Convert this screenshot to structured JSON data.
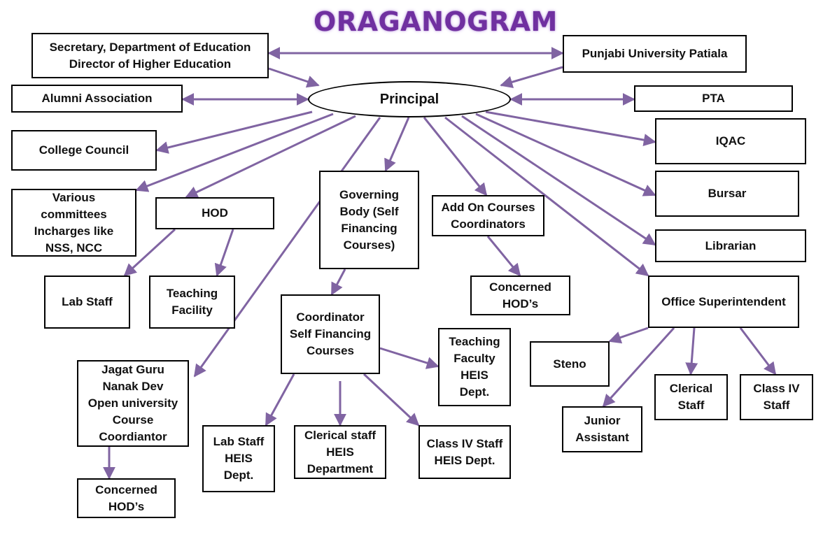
{
  "title": "ORAGANOGRAM",
  "colors": {
    "title": "#7030a0",
    "arrow": "#8064a2",
    "box_border": "#000000"
  },
  "nodes": {
    "secretary": "Secretary, Department of Education\nDirector of Higher Education",
    "punjabi": "Punjabi University Patiala",
    "alumni": "Alumni Association",
    "principal": "Principal",
    "pta": "PTA",
    "council": "College Council",
    "iqac": "IQAC",
    "committees": "Various\ncommittees\nIncharges like\nNSS, NCC",
    "hod": "HOD",
    "governing": "Governing\nBody (Self\nFinancing\nCourses)",
    "addon": "Add On Courses\nCoordinators",
    "bursar": "Bursar",
    "librarian": "Librarian",
    "labstaff": "Lab Staff",
    "teachingfac": "Teaching\nFacility",
    "coordsf": "Coordinator\nSelf Financing\nCourses",
    "hods1": "Concerned\nHOD’s",
    "officesup": "Office Superintendent",
    "teachheis": "Teaching\nFaculty\nHEIS\nDept.",
    "steno": "Steno",
    "jagat": "Jagat Guru\nNanak  Dev\nOpen university\nCourse\nCoordiantor",
    "clericalstaff": "Clerical\nStaff",
    "classiv": "Class IV\nStaff",
    "junior": "Junior\nAssistant",
    "labheis": "Lab Staff\nHEIS\nDept.",
    "clericalheis": "Clerical staff\nHEIS\nDepartment",
    "classivheis": "Class IV Staff\nHEIS Dept.",
    "hods2": "Concerned\nHOD’s"
  }
}
